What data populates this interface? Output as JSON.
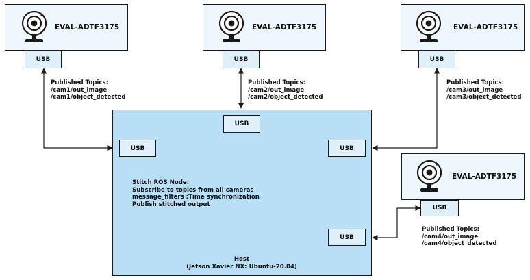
{
  "cameras": [
    {
      "label": "EVAL-ADTF3175",
      "usb": "USB",
      "topics_title": "Published Topics:",
      "topic_image": "/cam1/out_image",
      "topic_object": "/cam1/object_detected"
    },
    {
      "label": "EVAL-ADTF3175",
      "usb": "USB",
      "topics_title": "Published Topics:",
      "topic_image": "/cam2/out_image",
      "topic_object": "/cam2/object_detected"
    },
    {
      "label": "EVAL-ADTF3175",
      "usb": "USB",
      "topics_title": "Published Topics:",
      "topic_image": "/cam3/out_image",
      "topic_object": "/cam3/object_detected"
    },
    {
      "label": "EVAL-ADTF3175",
      "usb": "USB",
      "topics_title": "Published Topics:",
      "topic_image": "/cam4/out_image",
      "topic_object": "/cam4/object_detected"
    }
  ],
  "host": {
    "usb_top": "USB",
    "usb_left": "USB",
    "usb_right": "USB",
    "usb_bottom_right": "USB",
    "node_lines": [
      "Stitch ROS Node:",
      "Subscribe to topics from all cameras",
      "message_filters :Time synchronization",
      "Publish stitched output"
    ],
    "label_line1": "Host",
    "label_line2": "(Jetson Xavier NX: Ubuntu-20.04)"
  },
  "icons": {
    "camera": "webcam-icon"
  },
  "colors": {
    "host_fill": "#b8dff5",
    "camera_fill": "#eef7fd",
    "usb_fill": "#dff0fb",
    "stroke": "#1a1a1a"
  }
}
